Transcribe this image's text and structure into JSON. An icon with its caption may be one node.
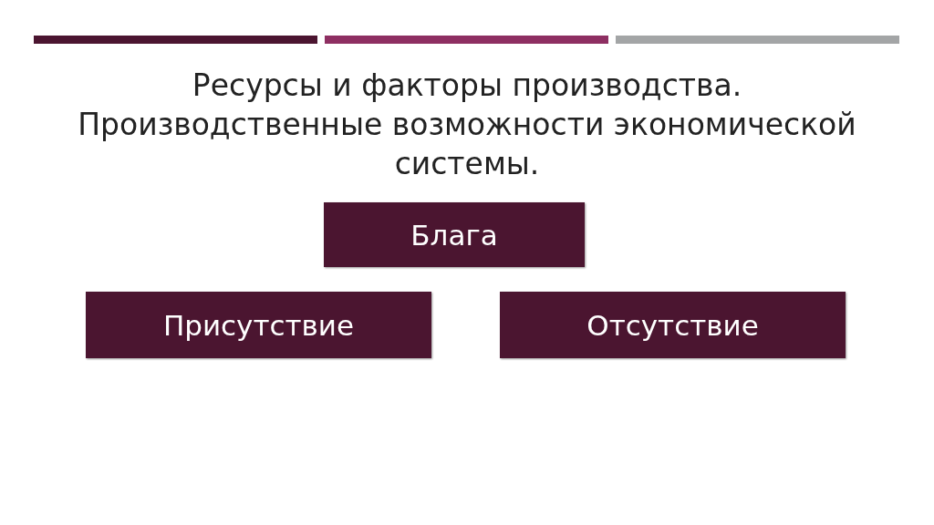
{
  "diagram": {
    "title": "Ресурсы и факторы производства. Производственные возможности экономической системы.",
    "nodes": [
      {
        "text": [
          "Блага"
        ]
      },
      {
        "text": [
          "Присутствие"
        ]
      },
      {
        "text": [
          "Отсутствие"
        ]
      }
    ]
  }
}
